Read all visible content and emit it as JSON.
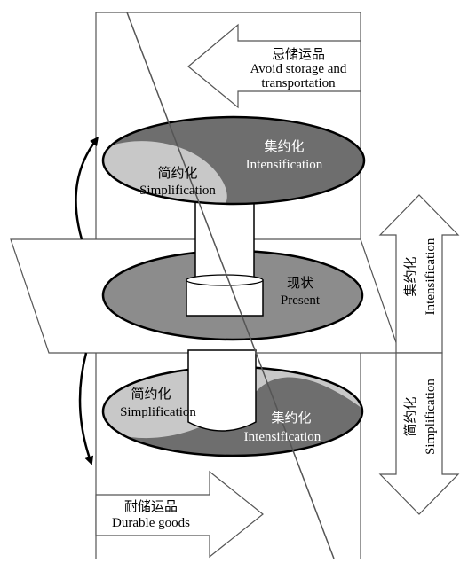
{
  "top_arrow": {
    "cn": "忌储运品",
    "en_line1": "Avoid storage and",
    "en_line2": "transportation"
  },
  "top_disk": {
    "intensification": {
      "cn": "集约化",
      "en": "Intensification"
    },
    "simplification": {
      "cn": "简约化",
      "en": "Simplification"
    }
  },
  "middle_disk": {
    "cn": "现状",
    "en": "Present"
  },
  "bottom_disk": {
    "simplification": {
      "cn": "简约化",
      "en": "Simplification"
    },
    "intensification": {
      "cn": "集约化",
      "en": "Intensification"
    }
  },
  "bottom_arrow": {
    "cn": "耐储运品",
    "en": "Durable goods"
  },
  "right_up_arrow": {
    "cn": "集约化",
    "en": "Intensification"
  },
  "right_down_arrow": {
    "cn": "简约化",
    "en": "Simplification"
  },
  "colors": {
    "dark_fill": "#6e6e6e",
    "light_fill": "#c8c8c8",
    "middle_fill": "#8c8c8c",
    "cylinder_fill": "#ffffff",
    "stroke": "#000000"
  }
}
